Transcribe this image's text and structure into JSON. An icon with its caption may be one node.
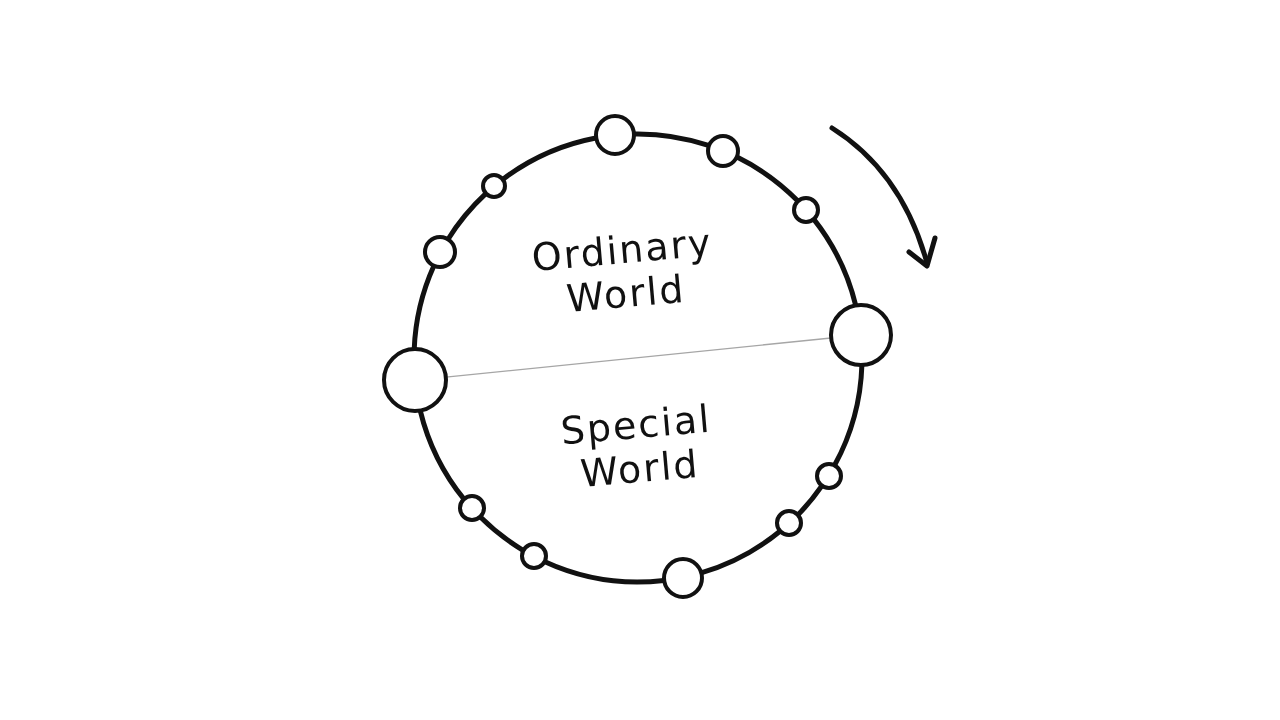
{
  "diagram": {
    "nodes": [
      {
        "text": [],
        "shape": "circle"
      },
      {
        "text": [],
        "shape": "circle"
      },
      {
        "text": [],
        "shape": "circle"
      },
      {
        "text": [],
        "shape": "circle"
      },
      {
        "text": [],
        "shape": "circle"
      },
      {
        "text": [],
        "shape": "circle"
      },
      {
        "text": [],
        "shape": "circle"
      },
      {
        "text": [],
        "shape": "circle"
      },
      {
        "text": [],
        "shape": "circle"
      },
      {
        "text": [],
        "shape": "circle"
      },
      {
        "text": [],
        "shape": "circle"
      },
      {
        "text": [],
        "shape": "circle"
      }
    ],
    "edges": [
      {
        "from": 0,
        "to": 1,
        "arrow": "none"
      },
      {
        "from": 1,
        "to": 2,
        "arrow": "none"
      },
      {
        "from": 2,
        "to": 3,
        "arrow": "none"
      },
      {
        "from": 3,
        "to": 4,
        "arrow": "none"
      },
      {
        "from": 4,
        "to": 5,
        "arrow": "none"
      },
      {
        "from": 5,
        "to": 6,
        "arrow": "none"
      },
      {
        "from": 6,
        "to": 7,
        "arrow": "none"
      },
      {
        "from": 7,
        "to": 8,
        "arrow": "none"
      },
      {
        "from": 8,
        "to": 9,
        "arrow": "none"
      },
      {
        "from": 9,
        "to": 10,
        "arrow": "none"
      },
      {
        "from": 10,
        "to": 11,
        "arrow": "none"
      },
      {
        "from": 11,
        "to": 0,
        "arrow": "none"
      },
      {
        "from": 9,
        "to": 3,
        "arrow": "none",
        "color": "#a6a6a6"
      }
    ],
    "labels": [
      "Ordinary World",
      "Special World"
    ]
  }
}
